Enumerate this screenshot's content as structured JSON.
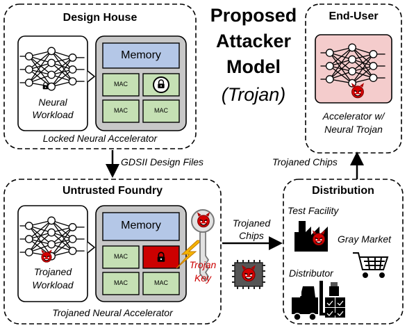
{
  "title": {
    "line1": "Proposed",
    "line2": "Attacker",
    "line3": "Model",
    "line4": "(Trojan)"
  },
  "design_house": {
    "title": "Design House",
    "workload_line1": "Neural",
    "workload_line2": "Workload",
    "memory_label": "Memory",
    "mac_label": "MAC",
    "caption": "Locked Neural Accelerator"
  },
  "end_user": {
    "title": "End-User",
    "caption_line1": "Accelerator w/",
    "caption_line2": "Neural Trojan"
  },
  "foundry": {
    "title": "Untrusted Foundry",
    "workload_line1": "Trojaned",
    "workload_line2": "Workload",
    "memory_label": "Memory",
    "mac_label": "MAC",
    "key_line1": "Trojan",
    "key_line2": "Key",
    "caption": "Trojaned Neural Accelerator"
  },
  "distribution": {
    "title": "Distribution",
    "test_facility": "Test Facility",
    "gray_market": "Gray Market",
    "distributor": "Distributor"
  },
  "arrows": {
    "gdsii": "GDSII Design Files",
    "trojaned_chips_top": "Trojaned Chips",
    "trojaned_chips_mid_line1": "Trojaned",
    "trojaned_chips_mid_line2": "Chips"
  },
  "colors": {
    "memory_fill": "#b4c7e7",
    "mac_fill": "#c5e0b4",
    "chip_gray": "#c8c8c8",
    "enduser_nn_fill": "#f4cccc",
    "trojan_red": "#cc0000",
    "lightning": "#f5b400"
  },
  "icons": [
    "neural-network-icon",
    "lock-icon",
    "devil-icon",
    "key-icon",
    "lightning-icon",
    "chip-icon",
    "factory-icon",
    "shopping-cart-icon",
    "forklift-icon",
    "boxes-icon"
  ]
}
